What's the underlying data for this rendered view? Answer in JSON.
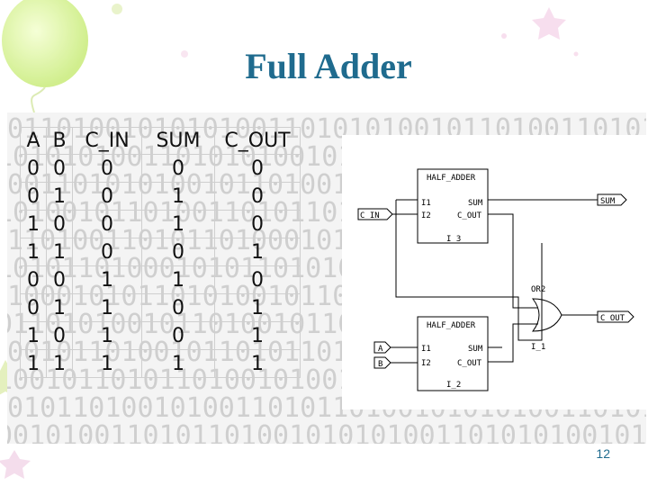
{
  "slide": {
    "title": "Full Adder",
    "page_number": "12"
  },
  "truth_table": {
    "headers": [
      "A",
      "B",
      "C_IN",
      "SUM",
      "C_OUT"
    ],
    "rows": [
      [
        "0",
        "0",
        "0",
        "0",
        "0"
      ],
      [
        "0",
        "1",
        "0",
        "1",
        "0"
      ],
      [
        "1",
        "0",
        "0",
        "1",
        "0"
      ],
      [
        "1",
        "1",
        "0",
        "0",
        "1"
      ],
      [
        "0",
        "0",
        "1",
        "1",
        "0"
      ],
      [
        "0",
        "1",
        "1",
        "0",
        "1"
      ],
      [
        "1",
        "0",
        "1",
        "0",
        "1"
      ],
      [
        "1",
        "1",
        "1",
        "1",
        "1"
      ]
    ]
  },
  "schematic": {
    "half_adder_1": {
      "title": "HALF_ADDER",
      "in1": "I1",
      "in2": "I2",
      "out_sum": "SUM",
      "out_cout": "C_OUT",
      "instance": "I_3"
    },
    "half_adder_2": {
      "title": "HALF_ADDER",
      "in1": "I1",
      "in2": "I2",
      "out_sum": "SUM",
      "out_cout": "C_OUT",
      "instance": "I_2"
    },
    "or_gate": {
      "label": "OR2",
      "instance": "I_1"
    },
    "ports": {
      "c_in": "C_IN",
      "a": "A",
      "b": "B",
      "sum": "SUM",
      "c_out": "C_OUT"
    }
  },
  "background_binary": "0110100101010100110101010010110100110101101000101011010100101101001011010110100101001101",
  "colors": {
    "title": "#1f6b8e",
    "page_number": "#1f6b8e",
    "binary_digits": "#cfcfcf"
  }
}
